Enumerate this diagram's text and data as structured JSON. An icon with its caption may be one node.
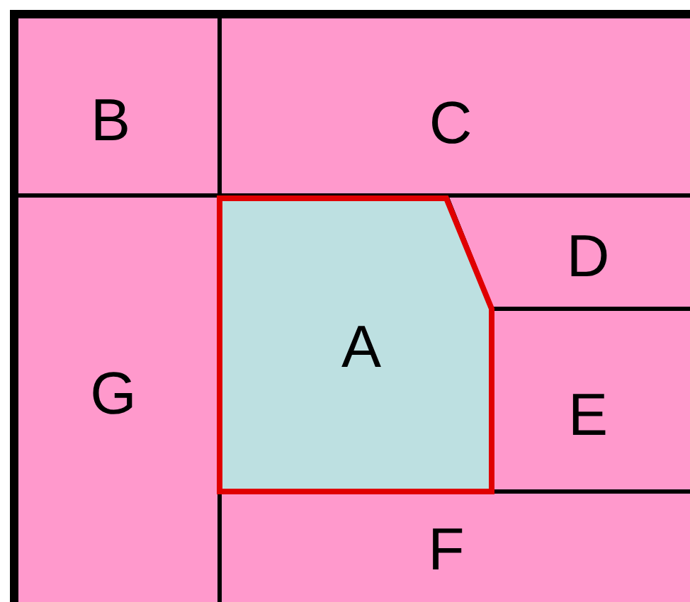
{
  "diagram": {
    "nodes": [
      {
        "text": [
          "B"
        ]
      },
      {
        "text": [
          "C"
        ]
      },
      {
        "text": [
          "G"
        ]
      },
      {
        "text": [
          "A"
        ]
      },
      {
        "text": [
          "D"
        ]
      },
      {
        "text": [
          "E"
        ]
      },
      {
        "text": [
          "F"
        ]
      }
    ]
  }
}
